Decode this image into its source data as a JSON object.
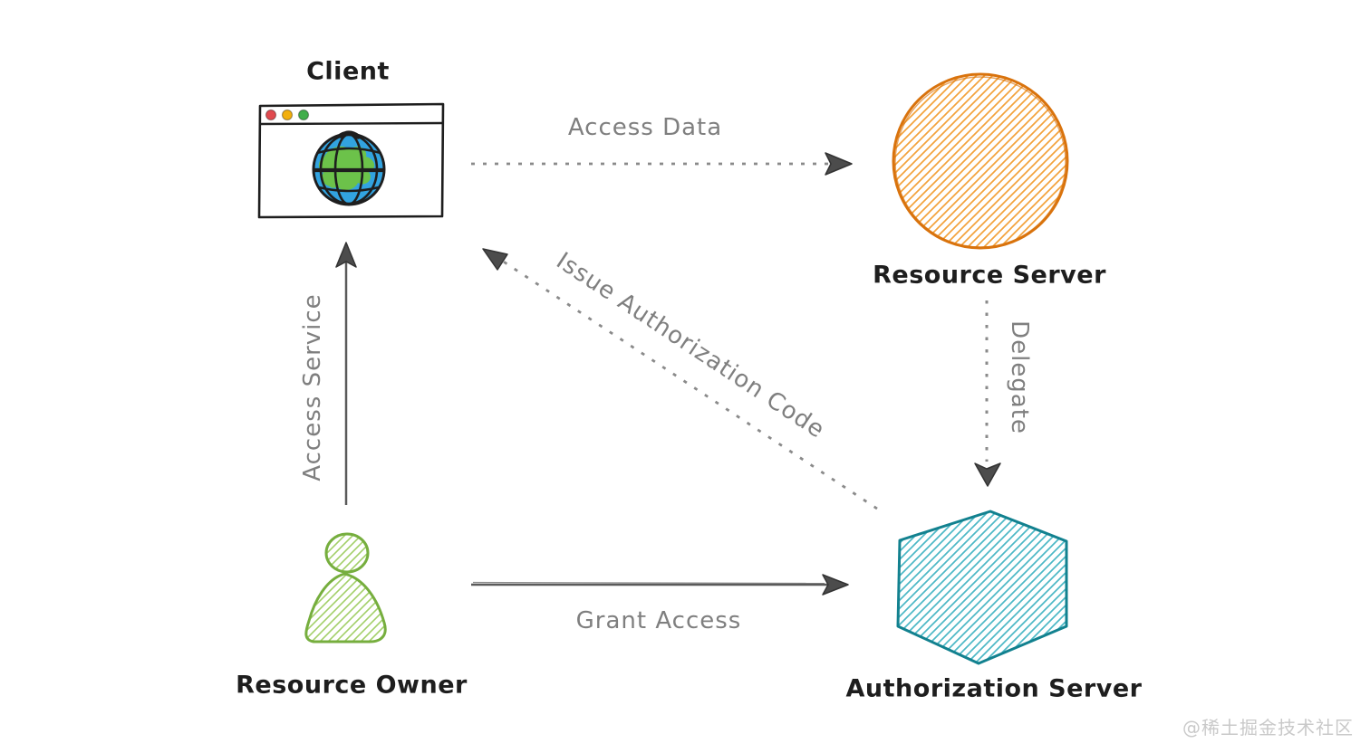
{
  "nodes": {
    "client": {
      "label": "Client",
      "shape": "browser-window"
    },
    "resource_server": {
      "label": "Resource Server",
      "shape": "hatched-circle"
    },
    "resource_owner": {
      "label": "Resource Owner",
      "shape": "hatched-person"
    },
    "authorization_server": {
      "label": "Authorization Server",
      "shape": "hatched-hexagon"
    }
  },
  "edges": {
    "access_data": {
      "label": "Access Data",
      "from": "client",
      "to": "resource_server",
      "line": "dotted"
    },
    "issue_authorization_code": {
      "label": "Issue Authorization Code",
      "from": "authorization_server",
      "to": "client",
      "line": "dotted"
    },
    "access_service": {
      "label": "Access Service",
      "from": "resource_owner",
      "to": "client",
      "line": "solid"
    },
    "grant_access": {
      "label": "Grant Access",
      "from": "resource_owner",
      "to": "authorization_server",
      "line": "solid"
    },
    "delegate": {
      "label": "Delegate",
      "from": "resource_server",
      "to": "authorization_server",
      "line": "dotted"
    }
  },
  "icons": {
    "globe-icon": "drawn globe in browser window",
    "browser-window-icon": "sketched browser frame with traffic lights",
    "person-icon": "sketched person silhouette",
    "arrowhead-icon": "filled triangle"
  },
  "watermark": {
    "text": "@稀土掘金技术社区"
  },
  "colors": {
    "ink": "#1e1e1e",
    "label_gray": "#7f7f7f",
    "arrow_gray": "#8a8a8a",
    "arrow_solid": "#5a5a5a",
    "arrowhead": "#4c4c4c",
    "arrowhead_edge": "#333333",
    "resource_server_stroke": "#d9730d",
    "resource_server_fill": "#f3a23b",
    "auth_server_stroke": "#12818f",
    "auth_server_fill": "#4cb8c6",
    "owner_stroke": "#76ae3e",
    "owner_fill": "#a2cf68",
    "globe_blue": "#32a3e0",
    "globe_green": "#6cc24a",
    "dot_red": "#e04a4f",
    "dot_yellow": "#f2af0d",
    "dot_green": "#41ae4b",
    "watermark_gray": "#c9c9c9"
  }
}
